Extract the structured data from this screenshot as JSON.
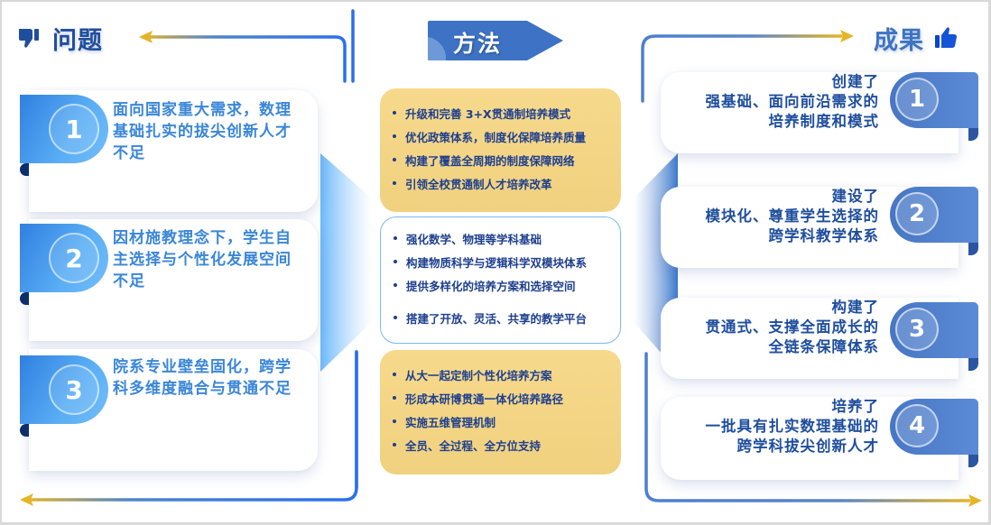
{
  "headers": {
    "problems": {
      "title": "问题",
      "icon": "thumbs-down-icon"
    },
    "methods": {
      "title": "方法"
    },
    "results": {
      "title": "成果",
      "icon": "thumbs-up-icon"
    }
  },
  "problems": [
    {
      "number": "1",
      "text": "面向国家重大需求，数理基础扎实的拔尖创新人才不足"
    },
    {
      "number": "2",
      "text": "因材施教理念下，学生自主选择与个性化发展空间不足"
    },
    {
      "number": "3",
      "text": "院系专业壁垒固化，跨学科多维度融合与贯通不足"
    }
  ],
  "methods": [
    {
      "style": "yellow",
      "items": [
        "升级和完善 3+X贯通制培养模式",
        "优化政策体系，制度化保障培养质量",
        "构建了覆盖全周期的制度保障网络",
        "引领全校贯通制人才培养改革"
      ]
    },
    {
      "style": "white",
      "items": [
        "强化数学、物理等学科基础",
        "构建物质科学与逻辑科学双模块体系",
        "提供多样化的培养方案和选择空间",
        "搭建了开放、灵活、共享的教学平台"
      ]
    },
    {
      "style": "yellow",
      "items": [
        "从大一起定制个性化培养方案",
        "形成本研博贯通一体化培养路径",
        "实施五维管理机制",
        "全员、全过程、全方位支持"
      ]
    }
  ],
  "results": [
    {
      "number": "1",
      "lines": [
        "创建了",
        "强基础、面向前沿需求的",
        "培养制度和模式"
      ]
    },
    {
      "number": "2",
      "lines": [
        "建设了",
        "模块化、尊重学生选择的",
        "跨学科教学体系"
      ]
    },
    {
      "number": "3",
      "lines": [
        "构建了",
        "贯通式、支撑全面成长的",
        "全链条保障体系"
      ]
    },
    {
      "number": "4",
      "lines": [
        "培养了",
        "一批具有扎实数理基础的",
        "跨学科拔尖创新人才"
      ]
    }
  ],
  "colors": {
    "primary_blue": "#1f4e9e",
    "light_blue": "#3a86d8",
    "gold": "#e6b427",
    "yellow_box": "#f3d583"
  }
}
